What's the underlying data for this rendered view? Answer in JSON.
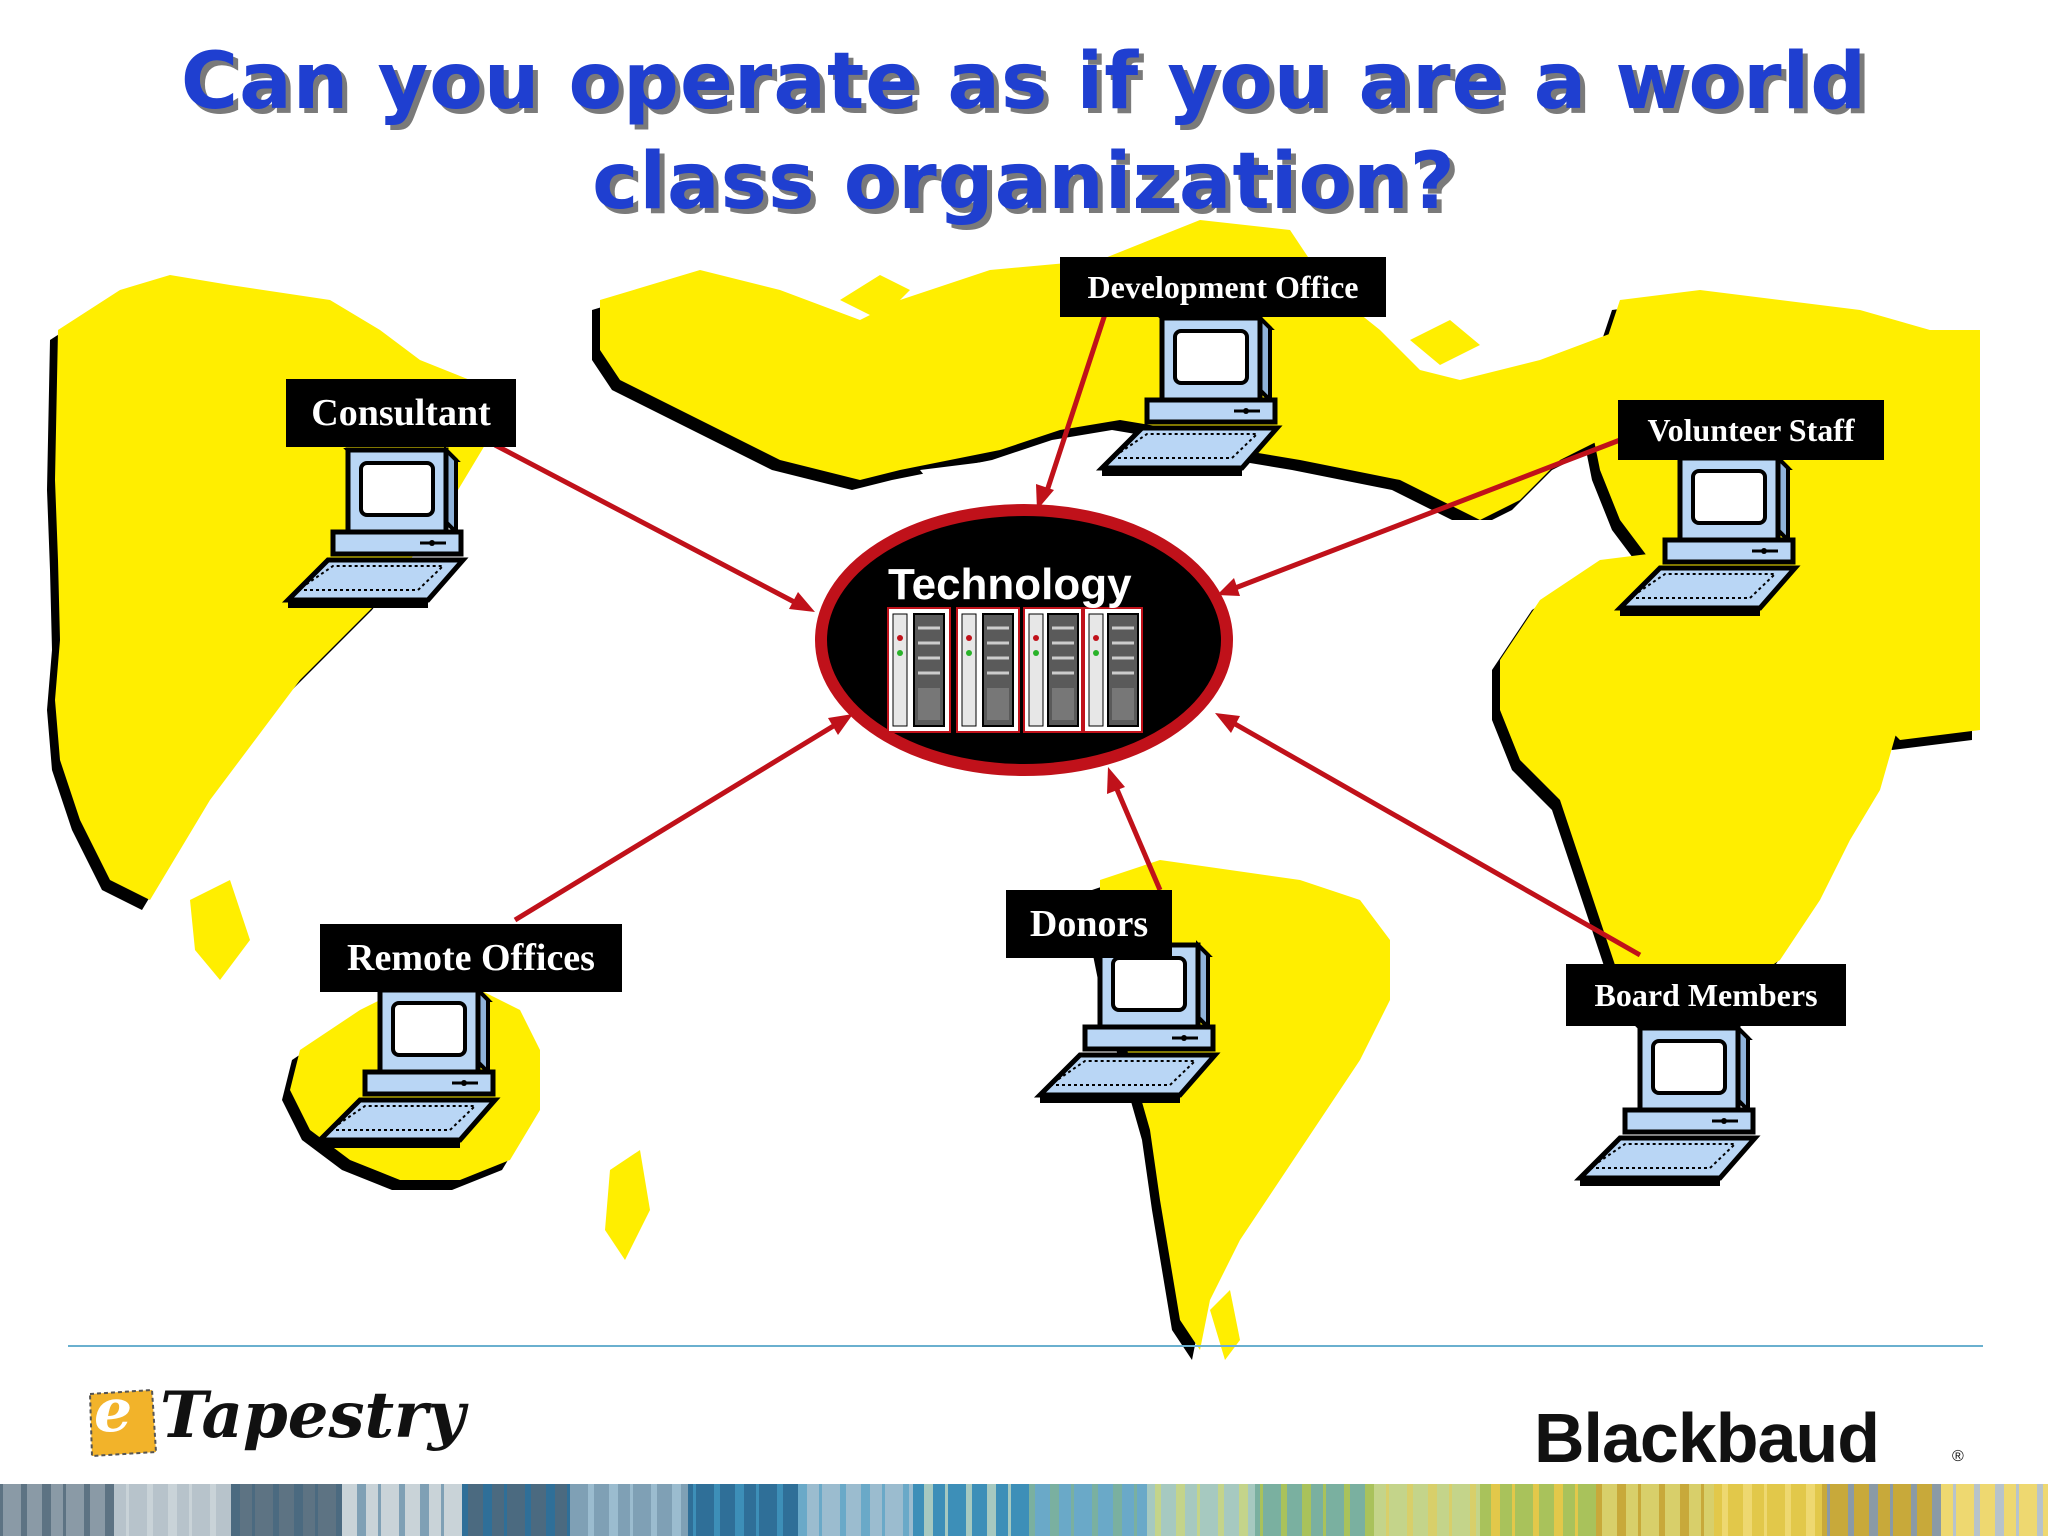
{
  "slide": {
    "title_line1": "Can you operate as if you are a world",
    "title_line2": "class organization?",
    "center": {
      "label": "Technology"
    },
    "nodes": [
      {
        "id": "development-office",
        "label": "Development Office"
      },
      {
        "id": "consultant",
        "label": "Consultant"
      },
      {
        "id": "volunteer-staff",
        "label": "Volunteer Staff"
      },
      {
        "id": "remote-offices",
        "label": "Remote Offices"
      },
      {
        "id": "donors",
        "label": "Donors"
      },
      {
        "id": "board-members",
        "label": "Board Members"
      }
    ],
    "colors": {
      "title": "#1f3fd0",
      "map": "#ffee00",
      "arrow": "#c0111a",
      "hub_ring": "#c0111a",
      "hub_fill": "#000000",
      "computer": "#b9d6f5"
    }
  },
  "footer": {
    "left_logo_letter": "e",
    "left_logo_text": "Tapestry",
    "right_logo_text": "Blackbaud",
    "right_logo_mark": "®"
  }
}
